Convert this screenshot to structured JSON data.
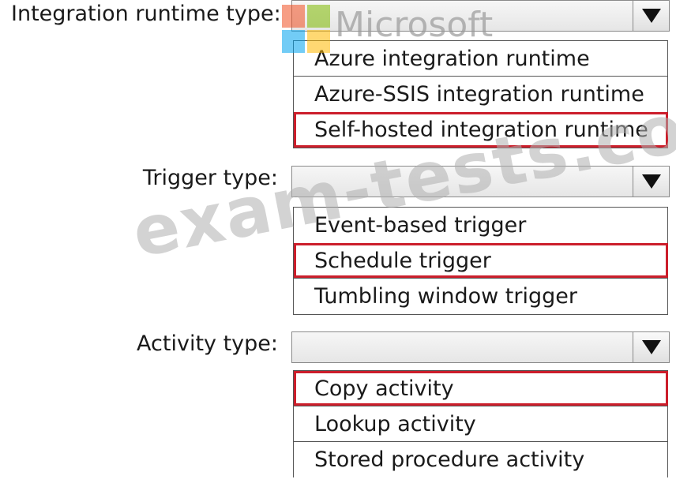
{
  "watermark": {
    "brand": "Microsoft",
    "site": "exam-tests.com"
  },
  "fields": [
    {
      "label": "Integration runtime type:",
      "options": [
        "Azure integration runtime",
        "Azure-SSIS integration runtime",
        "Self-hosted integration runtime"
      ],
      "selected_index": 2
    },
    {
      "label": "Trigger type:",
      "options": [
        "Event-based trigger",
        "Schedule trigger",
        "Tumbling window trigger"
      ],
      "selected_index": 1
    },
    {
      "label": "Activity type:",
      "options": [
        "Copy activity",
        "Lookup activity",
        "Stored procedure activity"
      ],
      "selected_index": 0
    }
  ],
  "colors": {
    "selection_border": "#cc1e2b",
    "ms_red": "#f25022",
    "ms_green": "#7fba00",
    "ms_blue": "#00a4ef",
    "ms_yellow": "#ffb900"
  }
}
